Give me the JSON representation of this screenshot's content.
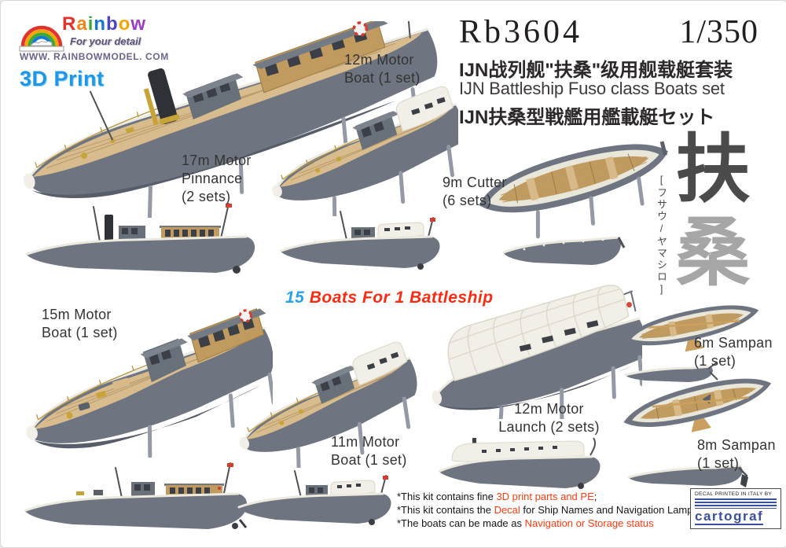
{
  "brand": {
    "logo": "rainbow-arc-icon",
    "name_letters": [
      {
        "ch": "R",
        "c": "#e5312b"
      },
      {
        "ch": "a",
        "c": "#f08519"
      },
      {
        "ch": "i",
        "c": "#3aaa35"
      },
      {
        "ch": "n",
        "c": "#1577d2"
      },
      {
        "ch": "b",
        "c": "#4f44c0"
      },
      {
        "ch": "o",
        "c": "#f5a500"
      },
      {
        "ch": "w",
        "c": "#9a3fc0"
      }
    ],
    "slogan": "For your detail",
    "website": "WWW. RAINBOWMODEL. COM",
    "print_badge": "3D Print"
  },
  "header": {
    "product_code": "Rb3604",
    "scale": "1/350",
    "title_cn": "IJN战列舰\"扶桑\"级用舰载艇套装",
    "title_en": "IJN Battleship Fuso class Boats set",
    "title_jp": "IJN扶桑型戦艦用艦載艇セット"
  },
  "calligraphy": {
    "char_top": "扶",
    "char_bottom": "桑",
    "reading": "[フサウ/ヤマシロ]"
  },
  "boats": [
    {
      "id": "pinnance-17m",
      "lines": [
        "17m Motor",
        "Pinnance",
        "(2 sets)"
      ]
    },
    {
      "id": "motorboat-12m",
      "lines": [
        "12m Motor",
        "Boat (1 set)"
      ]
    },
    {
      "id": "cutter-9m",
      "lines": [
        "9m Cutter",
        "(6 sets)"
      ]
    },
    {
      "id": "motorboat-15m",
      "lines": [
        "15m Motor",
        "Boat (1 set)"
      ]
    },
    {
      "id": "motorboat-11m",
      "lines": [
        "11m Motor",
        "Boat (1 set)"
      ]
    },
    {
      "id": "launch-12m",
      "lines": [
        "12m Motor",
        "Launch (2 sets)"
      ]
    },
    {
      "id": "sampan-6m",
      "lines": [
        "6m Sampan",
        "(1 set)"
      ]
    },
    {
      "id": "sampan-8m",
      "lines": [
        "8m Sampan",
        "(1 set)"
      ]
    }
  ],
  "tagline": {
    "segments": [
      {
        "text": "15 ",
        "color": "#2aa2e5"
      },
      {
        "text": "Boats For 1 Battleship",
        "color": "#fb2b12"
      }
    ]
  },
  "notes": [
    {
      "segments": [
        {
          "text": "*This kit contains fine ",
          "color": "#151515"
        },
        {
          "text": "3D print parts and PE",
          "color": "#fb3c10"
        },
        {
          "text": ";",
          "color": "#151515"
        }
      ]
    },
    {
      "segments": [
        {
          "text": "*This kit contains the ",
          "color": "#151515"
        },
        {
          "text": "Decal",
          "color": "#fb3c10"
        },
        {
          "text": " for Ship Names and Navigation Lamps;",
          "color": "#151515"
        }
      ]
    },
    {
      "segments": [
        {
          "text": "*The boats can be made as ",
          "color": "#151515"
        },
        {
          "text": "Navigation or Storage status",
          "color": "#fb3c10"
        }
      ]
    }
  ],
  "decal_box": {
    "line": "DECAL PRINTED IN ITALY BY",
    "brand": "cartograf",
    "color": "#3a4fa0"
  }
}
